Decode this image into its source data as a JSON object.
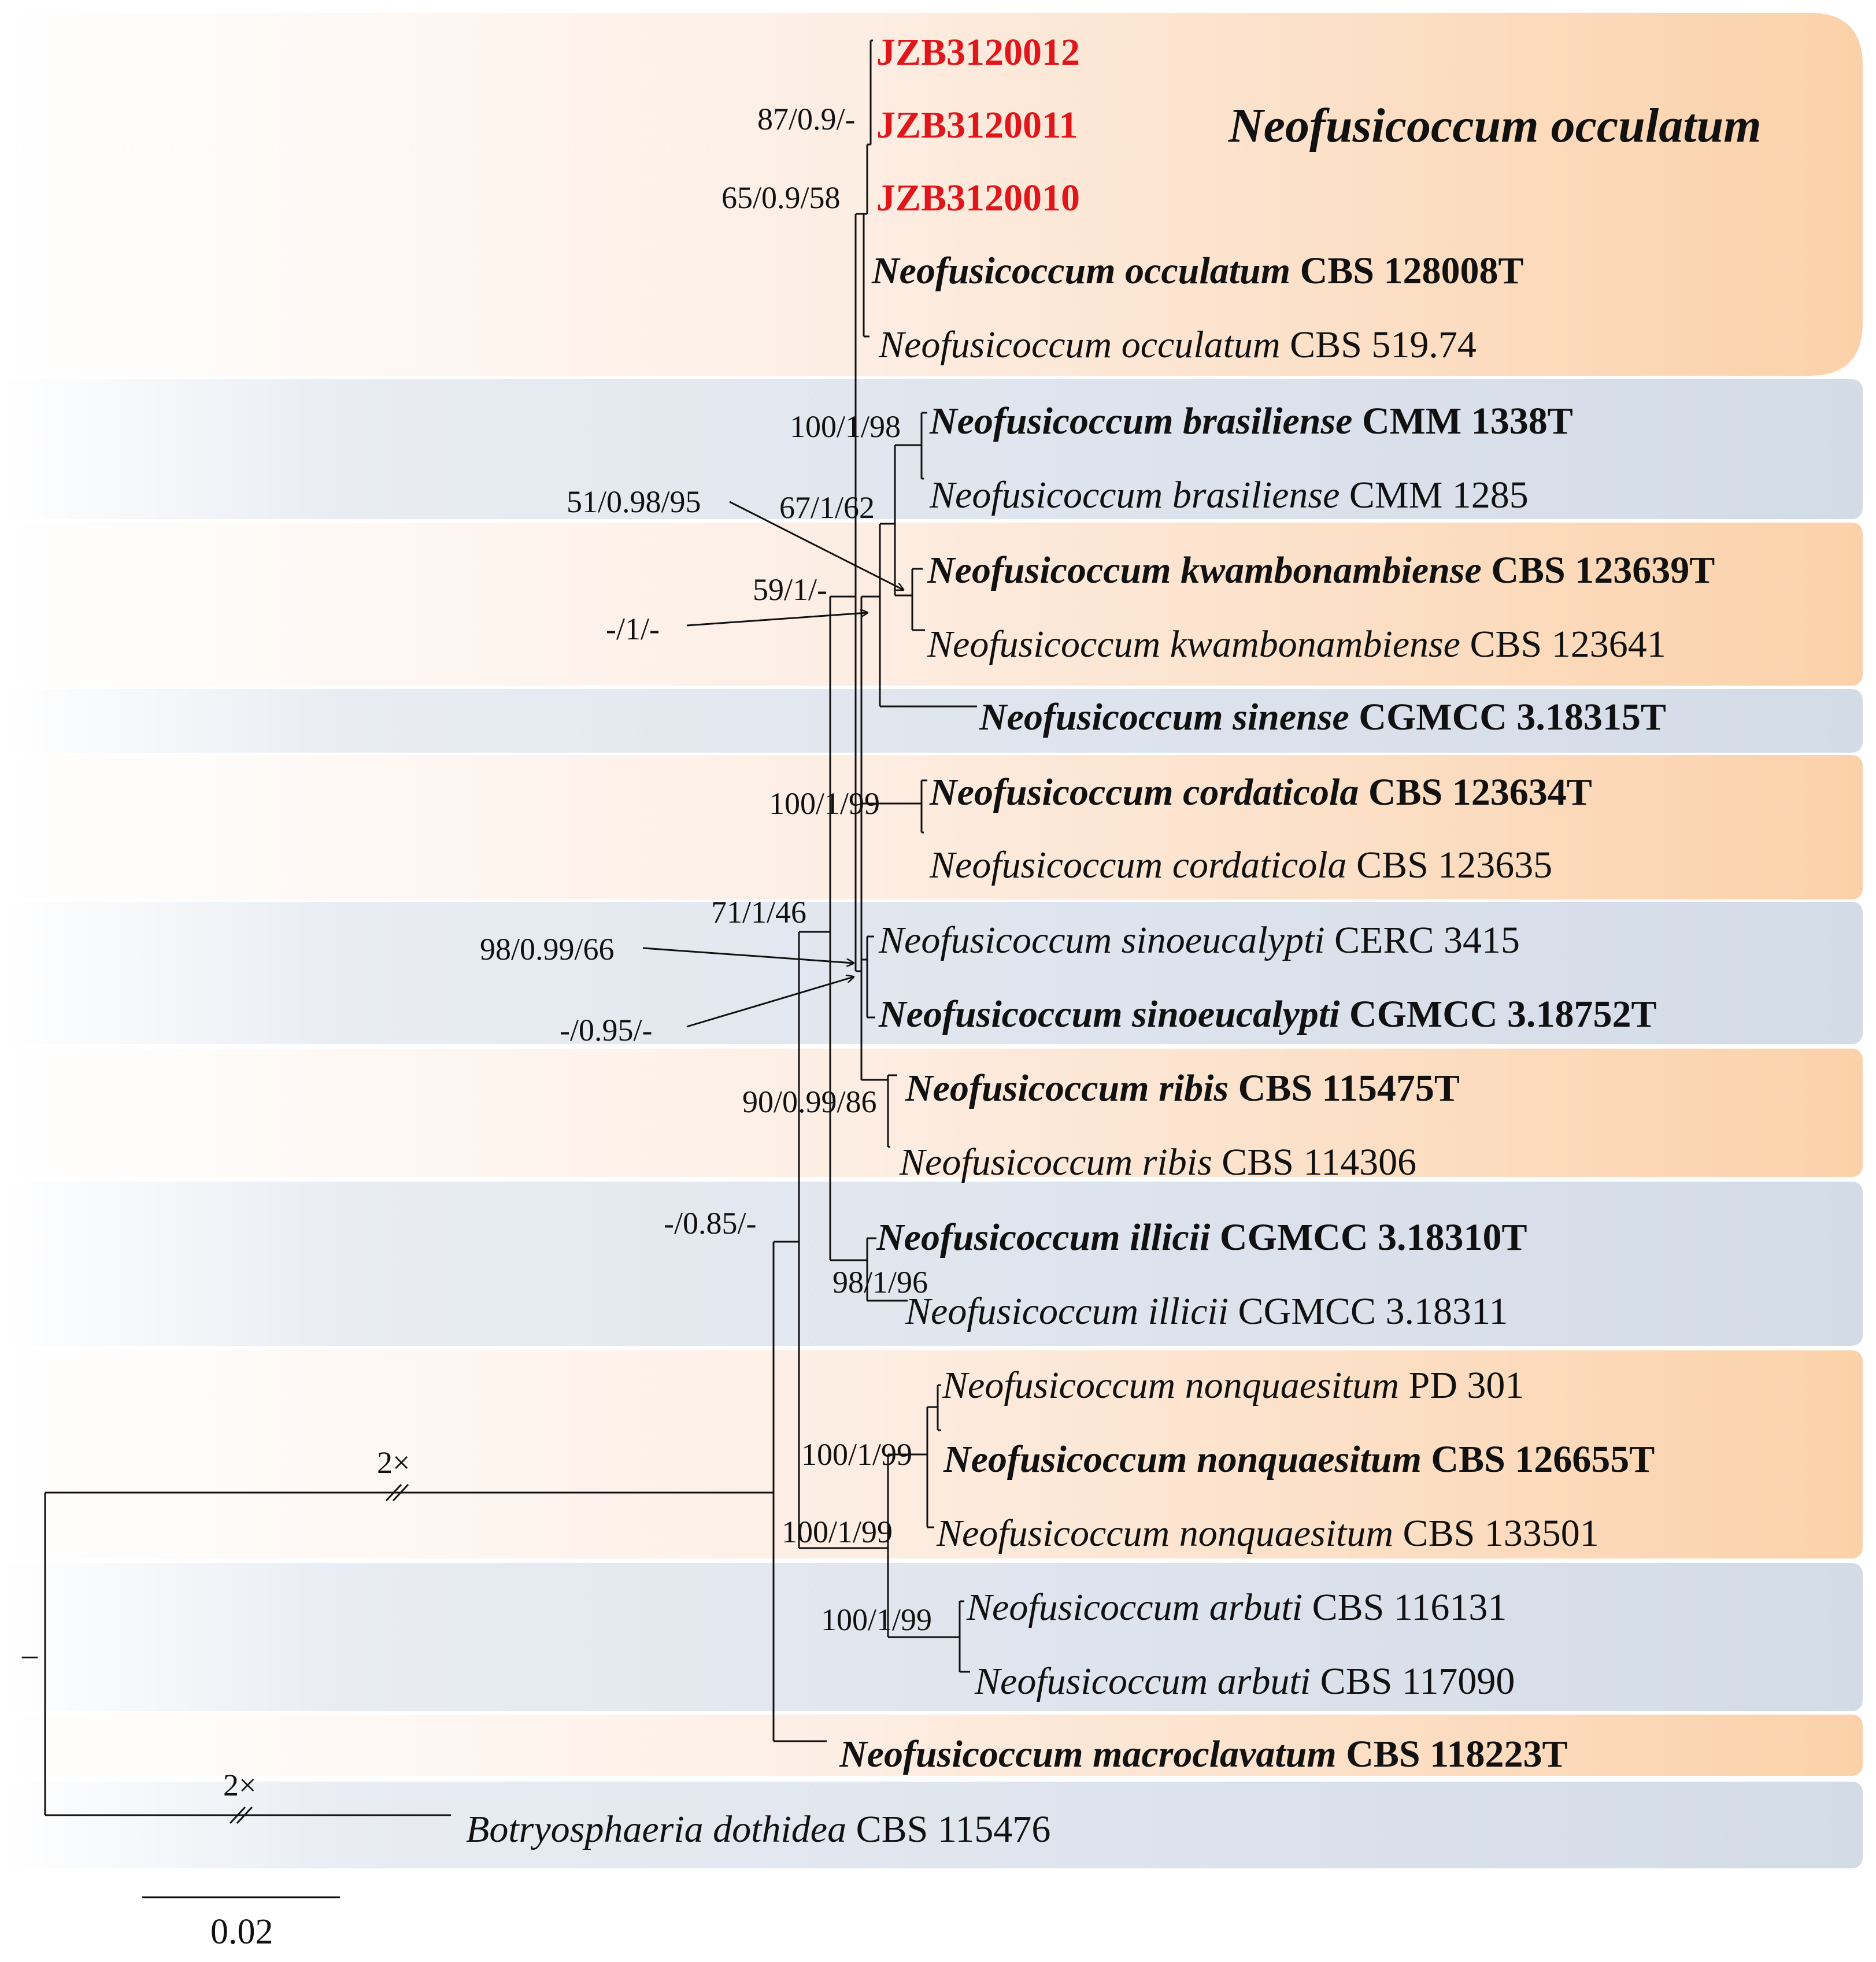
{
  "clade_title": "Neofusicoccum occulatum",
  "colors": {
    "highlight": "#e0161b",
    "peach_band": "#fbd3b0",
    "blue_band": "#d5dde9",
    "line": "#111111"
  },
  "taxa": [
    {
      "genus_species": "",
      "strain": "JZB3120012",
      "style": "new"
    },
    {
      "genus_species": "",
      "strain": "JZB3120011",
      "style": "new"
    },
    {
      "genus_species": "",
      "strain": "JZB3120010",
      "style": "new"
    },
    {
      "genus_species": "Neofusicoccum occulatum",
      "strain": "CBS 128008T",
      "style": "type"
    },
    {
      "genus_species": "Neofusicoccum occulatum",
      "strain": "CBS 519.74",
      "style": "normal"
    },
    {
      "genus_species": "Neofusicoccum brasiliense",
      "strain": "CMM 1338T",
      "style": "type"
    },
    {
      "genus_species": "Neofusicoccum brasiliense",
      "strain": "CMM 1285",
      "style": "normal"
    },
    {
      "genus_species": "Neofusicoccum kwambonambiense",
      "strain": "CBS 123639T",
      "style": "type"
    },
    {
      "genus_species": "Neofusicoccum kwambonambiense",
      "strain": "CBS 123641",
      "style": "normal"
    },
    {
      "genus_species": "Neofusicoccum sinense",
      "strain": "CGMCC 3.18315T",
      "style": "type"
    },
    {
      "genus_species": "Neofusicoccum cordaticola",
      "strain": "CBS 123634T",
      "style": "type"
    },
    {
      "genus_species": "Neofusicoccum cordaticola",
      "strain": "CBS 123635",
      "style": "normal"
    },
    {
      "genus_species": "Neofusicoccum sinoeucalypti",
      "strain": "CERC 3415",
      "style": "normal"
    },
    {
      "genus_species": "Neofusicoccum sinoeucalypti",
      "strain": "CGMCC 3.18752T",
      "style": "type"
    },
    {
      "genus_species": "Neofusicoccum ribis",
      "strain": "CBS 115475T",
      "style": "type"
    },
    {
      "genus_species": "Neofusicoccum ribis",
      "strain": "CBS 114306",
      "style": "normal"
    },
    {
      "genus_species": "Neofusicoccum illicii",
      "strain": "CGMCC 3.18310T",
      "style": "type"
    },
    {
      "genus_species": "Neofusicoccum illicii",
      "strain": "CGMCC 3.18311",
      "style": "normal"
    },
    {
      "genus_species": "Neofusicoccum nonquaesitum",
      "strain": "PD 301",
      "style": "normal"
    },
    {
      "genus_species": "Neofusicoccum nonquaesitum",
      "strain": "CBS 126655T",
      "style": "type"
    },
    {
      "genus_species": "Neofusicoccum nonquaesitum",
      "strain": "CBS 133501",
      "style": "normal"
    },
    {
      "genus_species": "Neofusicoccum arbuti",
      "strain": "CBS 116131",
      "style": "normal"
    },
    {
      "genus_species": "Neofusicoccum arbuti",
      "strain": "CBS 117090",
      "style": "normal"
    },
    {
      "genus_species": "Neofusicoccum macroclavatum",
      "strain": "CBS 118223T",
      "style": "type"
    },
    {
      "genus_species": "Botryosphaeria dothidea",
      "strain": "CBS 115476",
      "style": "normal"
    }
  ],
  "supports": [
    "87/0.9/-",
    "65/0.9/58",
    "100/1/98",
    "51/0.98/95",
    "67/1/62",
    "59/1/-",
    "-/1/-",
    "100/1/99",
    "71/1/46",
    "98/0.99/66",
    "-/0.95/-",
    "90/0.99/86",
    "-/0.85/-",
    "98/1/96",
    "100/1/99",
    "100/1/99",
    "100/1/99"
  ],
  "break_labels": [
    "2×",
    "2×"
  ],
  "root_mark": "–",
  "scale_bar": {
    "label": "0.02"
  }
}
